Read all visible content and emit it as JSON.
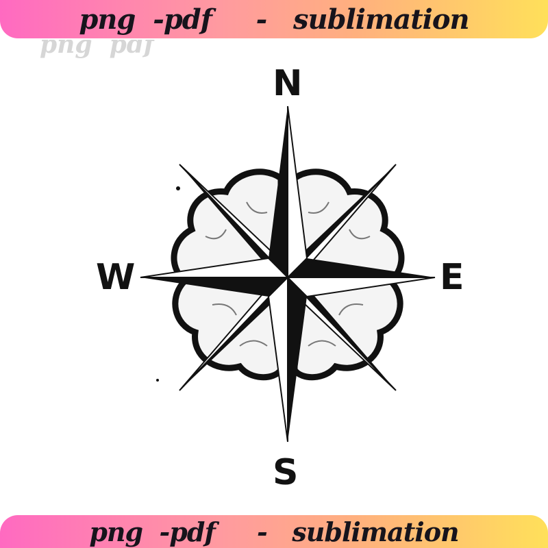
{
  "banner_top": {
    "text": "png  -pdf     -   sublimation",
    "gradient": [
      "#ff6ac1",
      "#ff9aa0",
      "#ffb07e",
      "#ffe05a"
    ]
  },
  "watermark": {
    "text": "png  pdf"
  },
  "compass": {
    "directions": {
      "north": "N",
      "south": "S",
      "east": "E",
      "west": "W"
    },
    "design": "brain-compass-rose"
  },
  "banner_bottom": {
    "text": "png  -pdf     -   sublimation"
  }
}
